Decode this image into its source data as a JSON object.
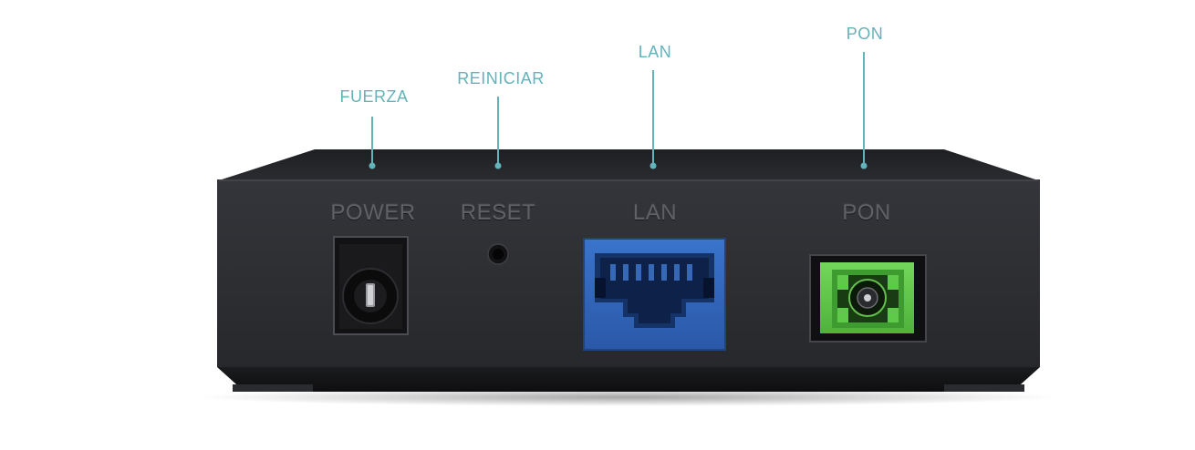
{
  "callouts": {
    "power": "FUERZA",
    "reset": "REINICIAR",
    "lan": "LAN",
    "pon": "PON"
  },
  "panel_labels": {
    "power": "POWER",
    "reset": "RESET",
    "lan": "LAN",
    "pon": "PON"
  },
  "colors": {
    "accent": "#63b3ba",
    "lan_port": "#2f63b8",
    "pon_port": "#5fc94a",
    "body": "#2f3033"
  }
}
